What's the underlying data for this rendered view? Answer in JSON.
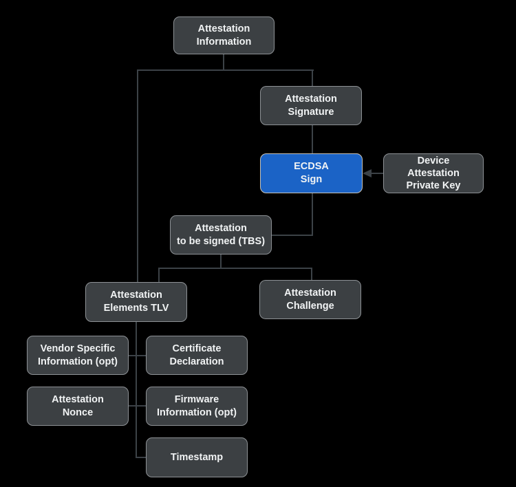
{
  "diagram": {
    "title": "Attestation Information structure",
    "colors": {
      "background": "#000000",
      "box_fill": "#3c4043",
      "box_border": "#8e9296",
      "highlight_fill": "#1b63c6",
      "highlight_border": "#c9c3b6",
      "line": "#3c4247",
      "text": "#f1f3f4"
    },
    "nodes": {
      "attestation_information": {
        "label": "Attestation\nInformation"
      },
      "attestation_signature": {
        "label": "Attestation\nSignature"
      },
      "ecdsa_sign": {
        "label": "ECDSA\nSign",
        "highlighted": true
      },
      "device_attestation_private_key": {
        "label": "Device\nAttestation\nPrivate Key"
      },
      "attestation_tbs": {
        "label": "Attestation\nto be signed (TBS)"
      },
      "attestation_elements_tlv": {
        "label": "Attestation\nElements TLV"
      },
      "attestation_challenge": {
        "label": "Attestation\nChallenge"
      },
      "vendor_specific_information": {
        "label": "Vendor Specific\nInformation (opt)"
      },
      "certificate_declaration": {
        "label": "Certificate\nDeclaration"
      },
      "attestation_nonce": {
        "label": "Attestation\nNonce"
      },
      "firmware_information": {
        "label": "Firmware\nInformation (opt)"
      },
      "timestamp": {
        "label": "Timestamp"
      }
    },
    "arrow": {
      "from": "device_attestation_private_key",
      "to": "ecdsa_sign",
      "direction": "left"
    }
  }
}
